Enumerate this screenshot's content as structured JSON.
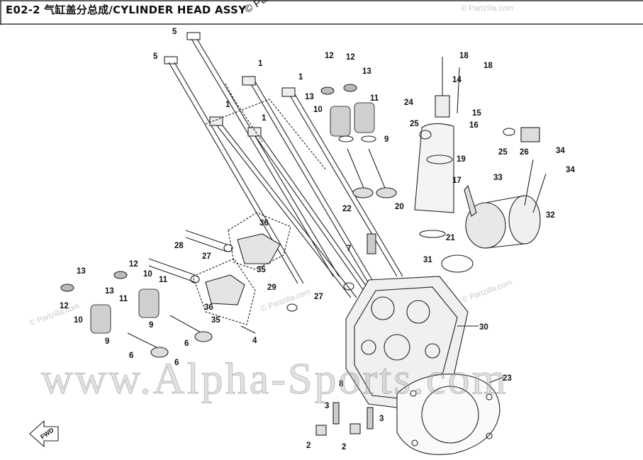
{
  "header": {
    "title": "E02-2  气缸盖分总成/CYLINDER HEAD ASSY"
  },
  "watermarks": {
    "main": "www.Alpha-Sports.com",
    "partzilla": "© Partzilla.com"
  },
  "fwd_label": "FWD",
  "callouts": {
    "c1a": "1",
    "c1b": "1",
    "c1c": "1",
    "c1d": "1",
    "c2a": "2",
    "c2b": "2",
    "c3a": "3",
    "c3b": "3",
    "c4": "4",
    "c5a": "5",
    "c5b": "5",
    "c6a": "6",
    "c6b": "6",
    "c6c": "6",
    "c7": "7",
    "c8": "8",
    "c9a": "9",
    "c9b": "9",
    "c9c": "9",
    "c10a": "10",
    "c10b": "10",
    "c10c": "10",
    "c11a": "11",
    "c11b": "11",
    "c11c": "11",
    "c12a": "12",
    "c12b": "12",
    "c12c": "12",
    "c12d": "12",
    "c13a": "13",
    "c13b": "13",
    "c13c": "13",
    "c13d": "13",
    "c14": "14",
    "c15": "15",
    "c16": "16",
    "c17": "17",
    "c18a": "18",
    "c18b": "18",
    "c19": "19",
    "c20": "20",
    "c21": "21",
    "c22": "22",
    "c23": "23",
    "c24": "24",
    "c25a": "25",
    "c25b": "25",
    "c26": "26",
    "c27a": "27",
    "c27b": "27",
    "c28": "28",
    "c29": "29",
    "c30": "30",
    "c31": "31",
    "c32": "32",
    "c33": "33",
    "c34a": "34",
    "c34b": "34",
    "c35a": "35",
    "c35b": "35",
    "c36a": "36",
    "c36b": "36"
  }
}
